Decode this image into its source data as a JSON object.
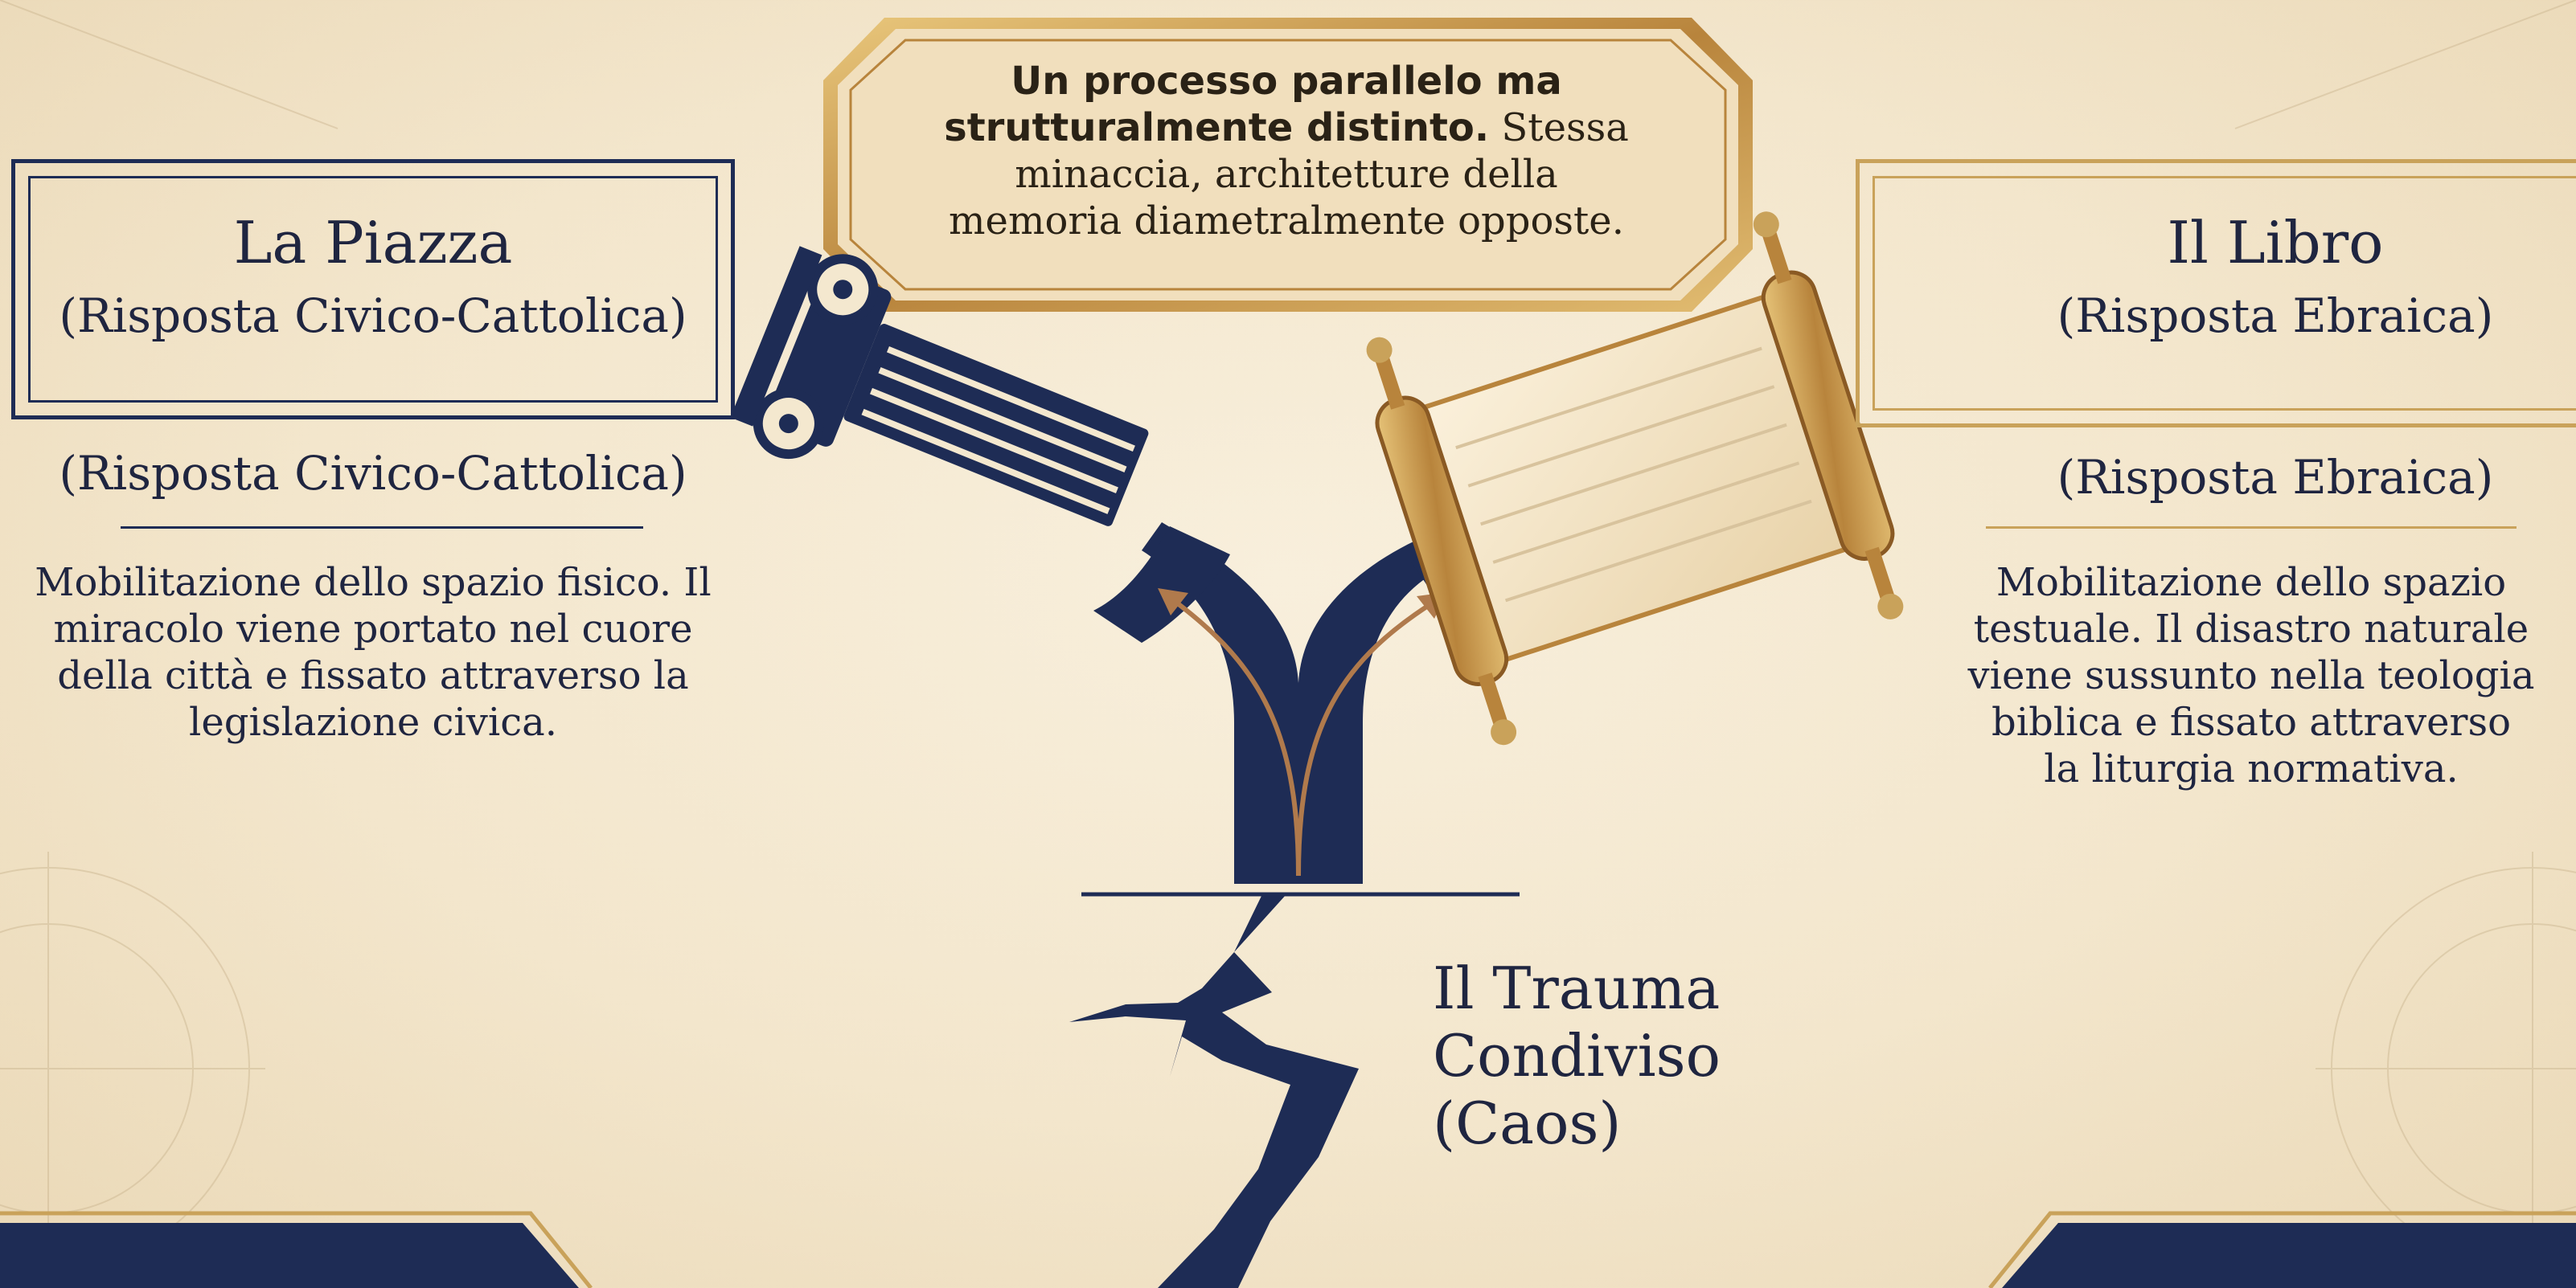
{
  "callout": {
    "bold": "Un processo parallelo ma strutturalmente distinto.",
    "text": "Stessa minaccia, architetture della memoria diametralmente opposte."
  },
  "left": {
    "title": "La Piazza",
    "subtitle": "(Risposta Civico-Cattolica)",
    "repeat_subtitle": "(Risposta Civico-Cattolica)",
    "description": [
      "Mobilitazione dello spazio fisico. Il",
      "miracolo viene portato nel cuore",
      "della città e fissato attraverso la",
      "legislazione civica."
    ]
  },
  "right": {
    "title": "Il Libro",
    "subtitle": "(Risposta Ebraica)",
    "repeat_subtitle": "(Risposta Ebraica)",
    "description": [
      "Mobilitazione dello spazio",
      "testuale. Il disastro naturale",
      "viene sussunto nella teologia",
      "biblica e fissato attraverso",
      "la liturgia normativa."
    ]
  },
  "trauma": [
    "Il Trauma",
    "Condiviso",
    "(Caos)"
  ],
  "colors": {
    "navy": "#1e2c55",
    "gold": "#c9a25a",
    "parchment": "#f5ead3",
    "arrow": "#b07a4c"
  },
  "icons": [
    "ionic-column-icon",
    "scroll-icon",
    "crack-icon",
    "branch-arrows-icon"
  ]
}
